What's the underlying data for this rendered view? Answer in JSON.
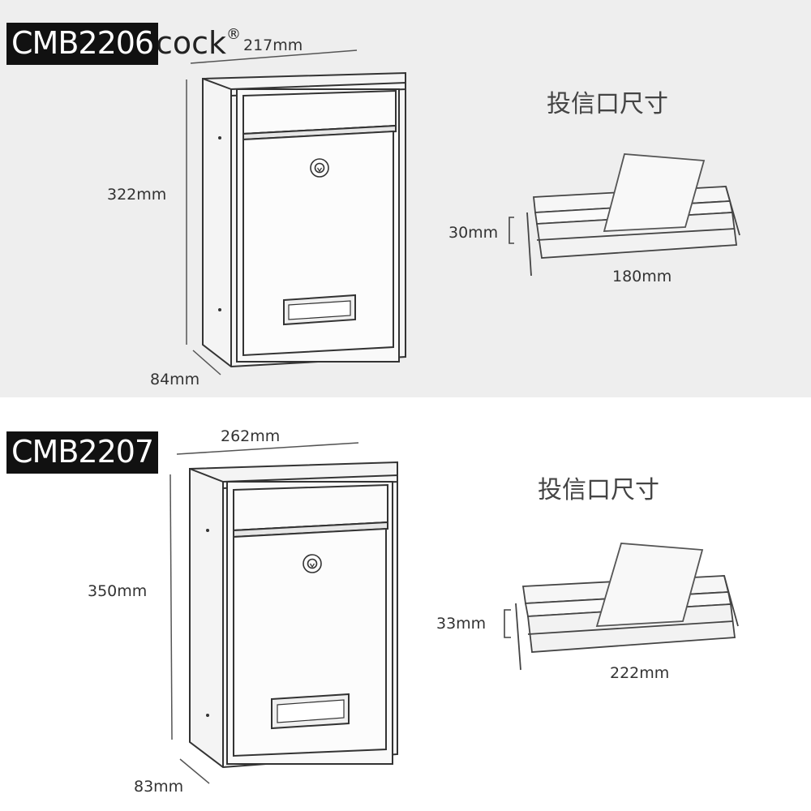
{
  "diagrams": [
    {
      "model": "CMB2206",
      "brand": "cock",
      "brand_mark": "®",
      "width_label": "217mm",
      "height_label": "322mm",
      "depth_label": "84mm",
      "slot_title": "投信口尺寸",
      "slot_height_label": "30mm",
      "slot_width_label": "180mm"
    },
    {
      "model": "CMB2207",
      "width_label": "262mm",
      "height_label": "350mm",
      "depth_label": "83mm",
      "slot_title": "投信口尺寸",
      "slot_height_label": "33mm",
      "slot_width_label": "222mm"
    }
  ],
  "colors": {
    "top_background": "#eeeeee",
    "bottom_background": "#ffffff",
    "label_background": "#111111",
    "line": "#333333"
  },
  "icons": [
    "keyhole-icon"
  ]
}
